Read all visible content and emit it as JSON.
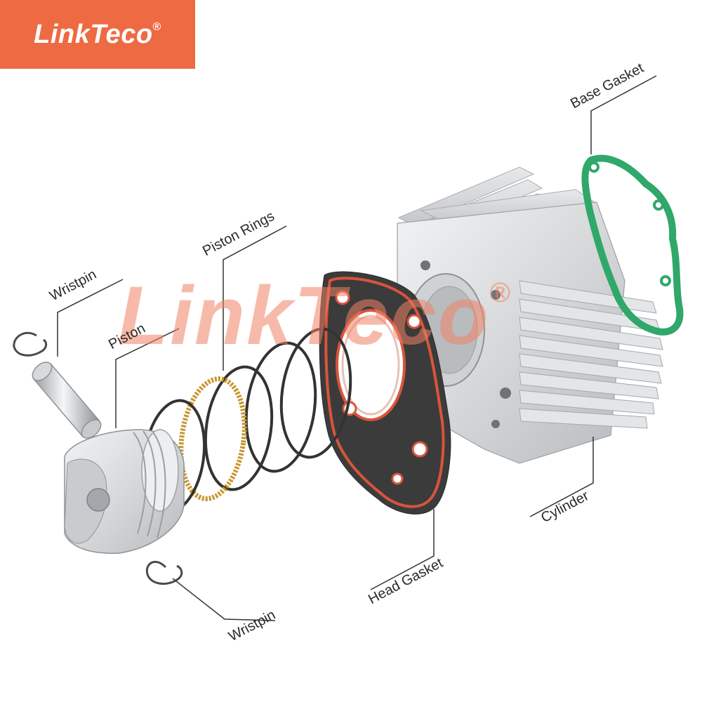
{
  "brand": {
    "name": "LinkTeco",
    "registered_mark": "®",
    "logo_bg_color": "#EE6A43",
    "watermark_color": "#F08264"
  },
  "labels": {
    "base_gasket": "Base Gasket",
    "piston_rings": "Piston Rings",
    "wristpin_top": "Wristpin",
    "piston": "Piston",
    "cylinder": "Cylinder",
    "head_gasket": "Head Gasket",
    "wristpin_bottom": "Wristpin"
  },
  "colors": {
    "aluminum": "#D8DADC",
    "base_gasket": "#2FA86A",
    "head_gasket_outline": "#D8543C",
    "head_gasket_body": "#3B3B3B",
    "gold_ring": "#C8962E",
    "steel_ring": "#333333"
  }
}
